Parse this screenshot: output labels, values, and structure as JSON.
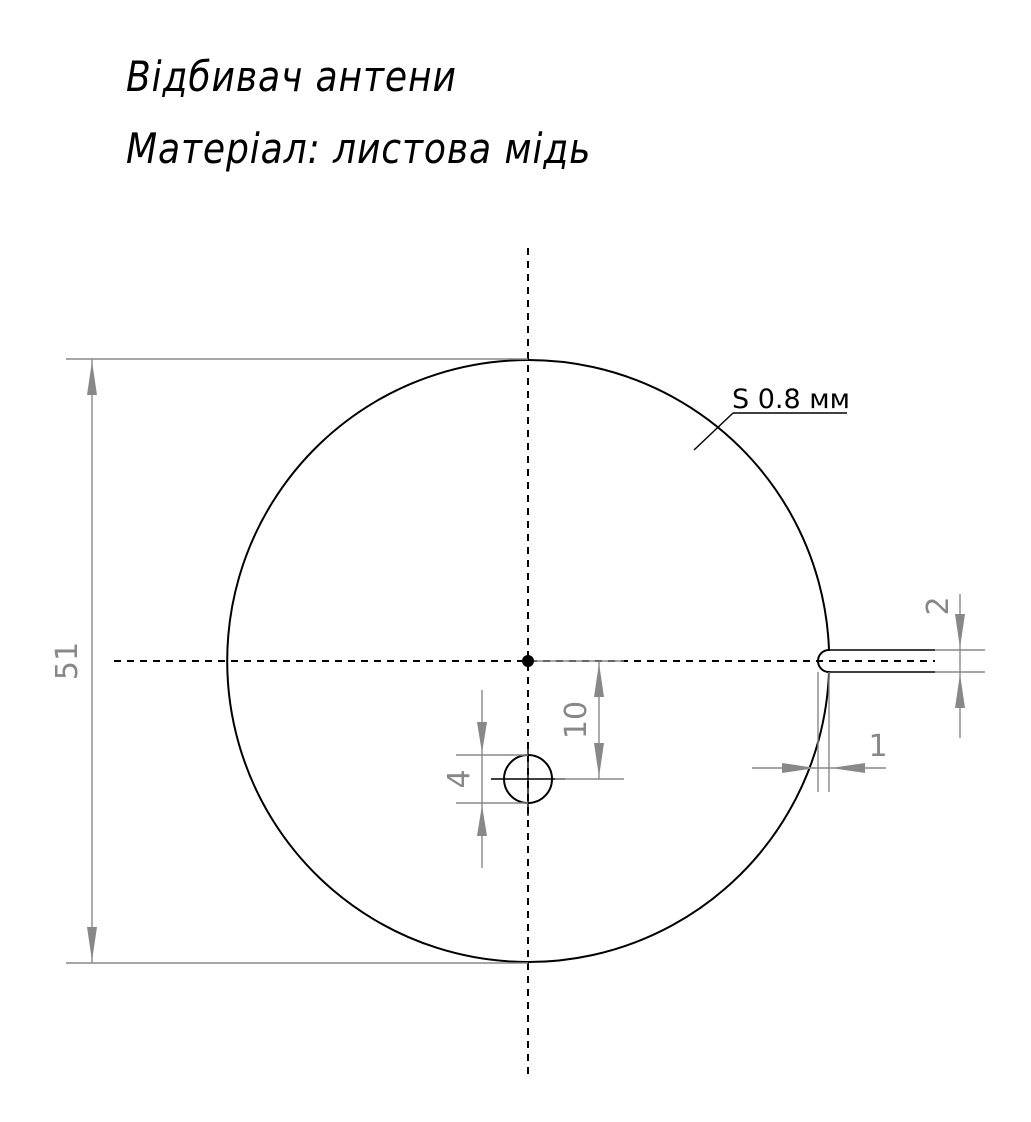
{
  "title": "Відбивач антени",
  "material": "Матеріал: листова мідь",
  "thickness_note": "S 0.8 мм",
  "dimensions": {
    "diameter": "51",
    "hole_offset": "10",
    "hole_diameter": "4",
    "slot_width": "2",
    "slot_depth": "1"
  },
  "colors": {
    "outline": "#000000",
    "dimension": "#888888"
  }
}
